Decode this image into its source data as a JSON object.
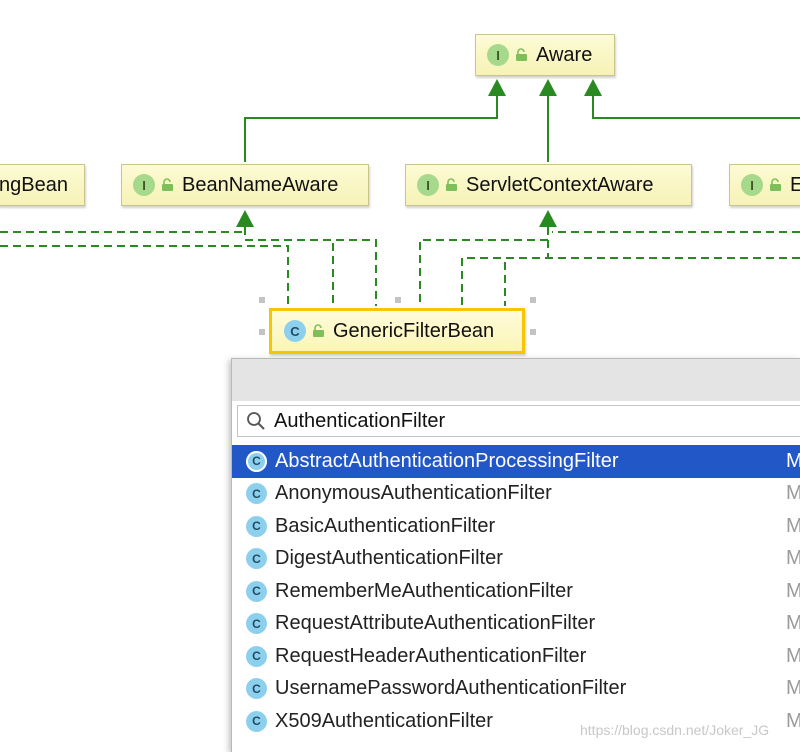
{
  "diagram": {
    "nodes": {
      "aware": {
        "badge": "I",
        "label": "Aware"
      },
      "left_cut": {
        "label": "ngBean"
      },
      "bean_name_aware": {
        "badge": "I",
        "label": "BeanNameAware"
      },
      "servlet_context_aware": {
        "badge": "I",
        "label": "ServletContextAware"
      },
      "right_cut": {
        "badge": "I",
        "label": "E"
      },
      "generic_filter_bean": {
        "badge": "C",
        "label": "GenericFilterBean"
      }
    },
    "colors": {
      "extends_arrow": "#2a8a22",
      "implements_line": "#2a8a22",
      "selected_border": "#f7c600"
    }
  },
  "popup": {
    "search": {
      "value": "AuthenticationFilter",
      "icon": "search-icon"
    },
    "results": [
      {
        "badge": "C",
        "label": "AbstractAuthenticationProcessingFilter",
        "trail": "M",
        "selected": true
      },
      {
        "badge": "C",
        "label": "AnonymousAuthenticationFilter",
        "trail": "M"
      },
      {
        "badge": "C",
        "label": "BasicAuthenticationFilter",
        "trail": "M"
      },
      {
        "badge": "C",
        "label": "DigestAuthenticationFilter",
        "trail": "M"
      },
      {
        "badge": "C",
        "label": "RememberMeAuthenticationFilter",
        "trail": "M"
      },
      {
        "badge": "C",
        "label": "RequestAttributeAuthenticationFilter",
        "trail": "M"
      },
      {
        "badge": "C",
        "label": "RequestHeaderAuthenticationFilter",
        "trail": "M"
      },
      {
        "badge": "C",
        "label": "UsernamePasswordAuthenticationFilter",
        "trail": "M"
      },
      {
        "badge": "C",
        "label": "X509AuthenticationFilter",
        "trail": "M"
      }
    ],
    "selection_color": "#2157c7"
  },
  "watermark": "https://blog.csdn.net/Joker_JG"
}
